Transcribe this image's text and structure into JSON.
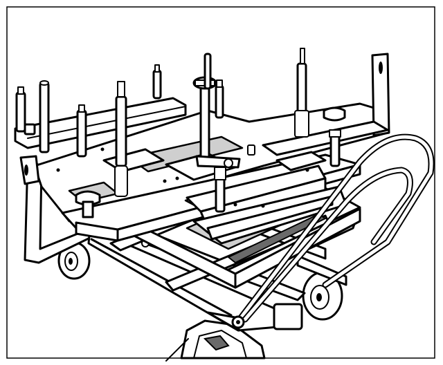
{
  "figure": {
    "subject": "",
    "colors": {
      "ink": "#000000",
      "paper": "#ffffff",
      "shading": "#cfcfcf",
      "dark_shading": "#6a6a6a"
    },
    "parts": {
      "locating_pins": 12,
      "clamp_knobs": 3,
      "wheels_visible": 4
    }
  }
}
